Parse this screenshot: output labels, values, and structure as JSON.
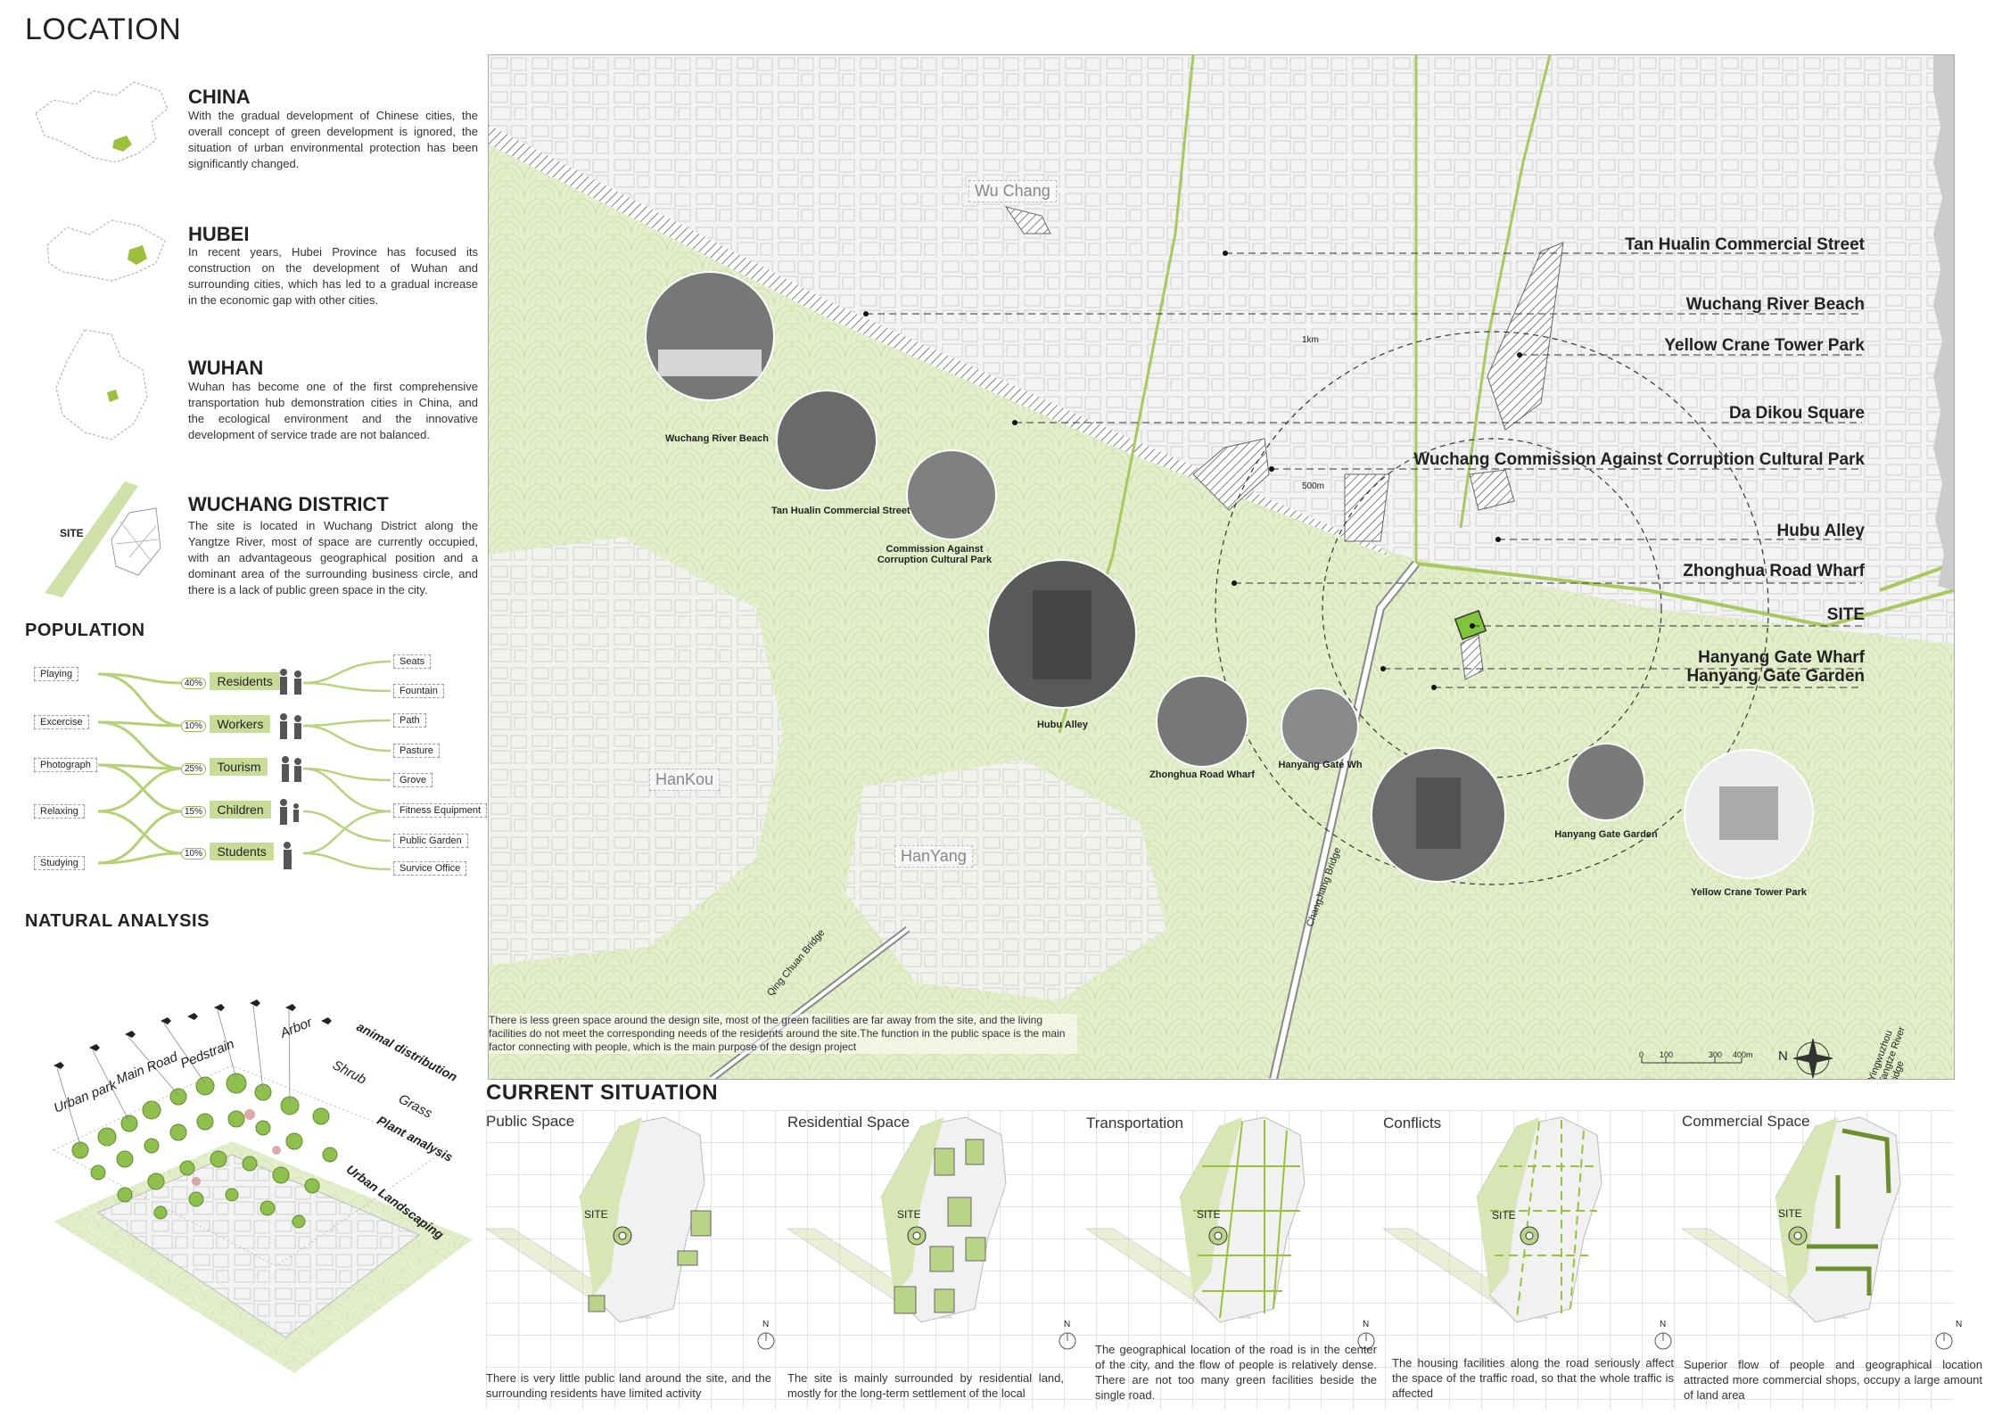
{
  "location": {
    "title": "LOCATION",
    "china": {
      "heading": "CHINA",
      "text": "With the gradual development of Chinese cities, the overall concept of green development is ignored, the situation of urban environmental protection has been significantly changed."
    },
    "hubei": {
      "heading": "HUBEI",
      "text": "In recent years, Hubei Province has focused its construction on the development of Wuhan and surrounding cities, which has led to a gradual increase in the economic gap with other cities."
    },
    "wuhan": {
      "heading": "WUHAN",
      "text": "Wuhan has become one of the first comprehensive transportation hub demonstration cities in China, and the ecological environment and the innovative development of service trade are not balanced."
    },
    "district": {
      "heading": "WUCHANG  DISTRICT",
      "site_label": "SITE",
      "text": "The site is located in Wuchang District along the Yangtze River, most of space are currently occupied, with an advantageous geographical position and a dominant area of the surrounding business circle, and there is a lack of public green space in the city."
    }
  },
  "population": {
    "title": "POPULATION",
    "activities": [
      "Playing",
      "Excercise",
      "Photograph",
      "Relaxing",
      "Studying"
    ],
    "groups": [
      {
        "pct": "40%",
        "label": "Residents"
      },
      {
        "pct": "10%",
        "label": "Workers"
      },
      {
        "pct": "25%",
        "label": "Tourism"
      },
      {
        "pct": "15%",
        "label": "Children"
      },
      {
        "pct": "10%",
        "label": "Students"
      }
    ],
    "facilities": [
      "Seats",
      "Fountain",
      "Path",
      "Pasture",
      "Grove",
      "Fitness Equipment",
      "Public Garden",
      "Survice Office"
    ]
  },
  "natural": {
    "title": "NATURAL ANALYSIS",
    "labels": [
      "Urban park",
      "Main Road",
      "Pedstrain",
      "Arbor",
      "Shrub",
      "Grass",
      "animal distribution",
      "Plant analysis",
      "Urban Landscaping"
    ]
  },
  "map": {
    "places": [
      "Wu Chang",
      "HanKou",
      "HanYang"
    ],
    "bridges": [
      "Qing Chuan Bridge",
      "ChangJiang Bridge",
      "Yingwuzhou Yangtze River Bridge"
    ],
    "ring_labels": [
      "1km",
      "500m"
    ],
    "right_labels": [
      "Tan Hualin Commercial Street",
      "Wuchang River Beach",
      "Yellow Crane Tower Park",
      "Da Dikou Square",
      "Wuchang Commission Against Corruption Cultural Park",
      "Hubu Alley",
      "Zhonghua Road Wharf",
      "SITE",
      "Hanyang Gate Wharf",
      "Hanyang Gate Garden"
    ],
    "photo_captions": [
      "Wuchang River Beach",
      "Tan Hualin Commercial Street",
      "Commission Against Corruption Cultural Park",
      "Hubu Alley",
      "Zhonghua Road Wharf",
      "Hanyang Gate Wh",
      "Hanyang Gate Garden",
      "Yellow Crane Tower Park"
    ],
    "note": "There is less green space around the design site, most of the green facilities are far away from the site, and the living facilities do not meet the corresponding needs of the residents around the site.The function in the public space is the main factor connecting with people, which is the main purpose of the design project",
    "scale": {
      "ticks": [
        "0",
        "100",
        "300",
        "400m"
      ],
      "north": "N"
    }
  },
  "current": {
    "title": "CURRENT SITUATION",
    "panels": [
      {
        "title": "Public Space",
        "site": "SITE",
        "north": "N",
        "text": "There is very little public land around the site, and the surrounding residents have limited activity"
      },
      {
        "title": "Residential Space",
        "site": "SITE",
        "north": "N",
        "text": "The site is mainly surrounded by residential land, mostly for the long-term settlement of the local"
      },
      {
        "title": "Transportation",
        "site": "SITE",
        "north": "N",
        "text": "The geographical location of the road is in the center of the city, and the flow of people is relatively dense. There are not too many green facilities beside the single road."
      },
      {
        "title": "Conflicts",
        "site": "SITE",
        "north": "N",
        "text": "The housing facilities along the road seriously affect the space of the traffic road, so that the whole traffic is affected"
      },
      {
        "title": "Commercial Space",
        "site": "SITE",
        "north": "N",
        "text": "Superior flow of people and geographical location attracted more commercial shops, occupy a large amount of land area"
      }
    ]
  },
  "colors": {
    "accent": "#9bc13c",
    "river": "#e4eecd",
    "text": "#222222"
  }
}
